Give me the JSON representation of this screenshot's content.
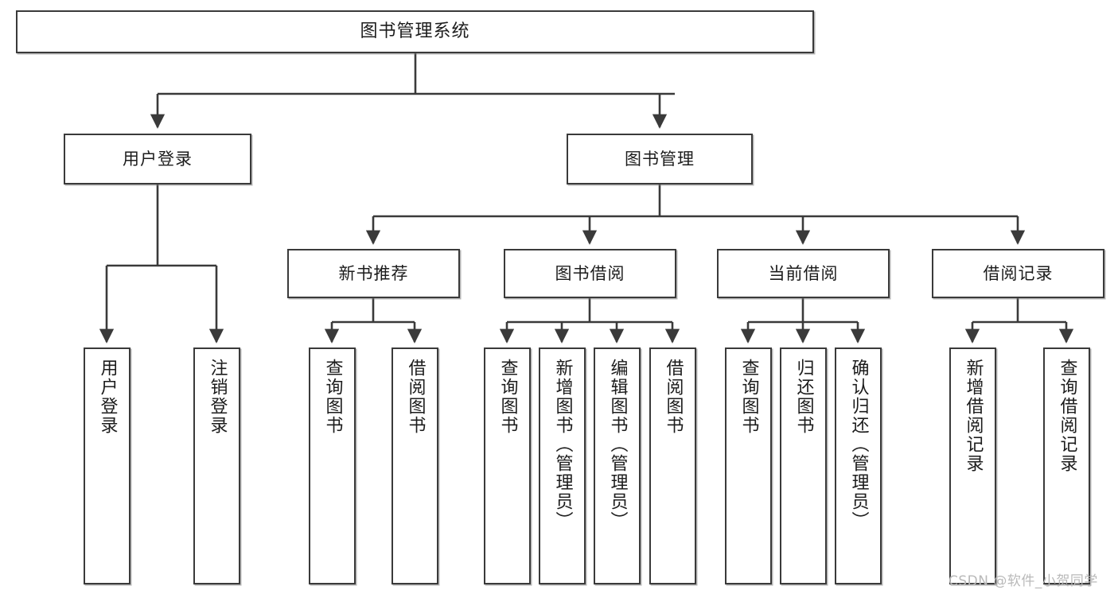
{
  "diagram": {
    "type": "tree",
    "title": "图书管理系统",
    "orientation": "top-down",
    "watermark": "CSDN @软件_小贺同学",
    "stroke_color": "#3a3a3a",
    "fill_color": "#ffffff",
    "text_color": "#1c1c1c",
    "watermark_color": "#b9b9b9"
  },
  "nodes": {
    "root": {
      "label": "图书管理系统"
    },
    "level2": [
      {
        "id": "user-login",
        "label": "用户登录"
      },
      {
        "id": "book-manage",
        "label": "图书管理"
      }
    ],
    "level3": [
      {
        "id": "new-book-recommend",
        "label": "新书推荐"
      },
      {
        "id": "book-borrow",
        "label": "图书借阅"
      },
      {
        "id": "current-borrow",
        "label": "当前借阅"
      },
      {
        "id": "borrow-record",
        "label": "借阅记录"
      }
    ],
    "leaves": {
      "user_login": [
        {
          "id": "leaf-user-login",
          "label": "用户登录"
        },
        {
          "id": "leaf-logout-login",
          "label": "注销登录"
        }
      ],
      "new_book_recommend": [
        {
          "id": "leaf-query-book-1",
          "label": "查询图书"
        },
        {
          "id": "leaf-borrow-book-1",
          "label": "借阅图书"
        }
      ],
      "book_borrow": [
        {
          "id": "leaf-query-book-2",
          "label": "查询图书"
        },
        {
          "id": "leaf-add-book",
          "label": "新增图书（管理员）"
        },
        {
          "id": "leaf-edit-book",
          "label": "编辑图书（管理员）"
        },
        {
          "id": "leaf-borrow-book-2",
          "label": "借阅图书"
        }
      ],
      "current_borrow": [
        {
          "id": "leaf-query-book-3",
          "label": "查询图书"
        },
        {
          "id": "leaf-return-book",
          "label": "归还图书"
        },
        {
          "id": "leaf-confirm-return",
          "label": "确认归还（管理员）"
        }
      ],
      "borrow_record": [
        {
          "id": "leaf-add-record",
          "label": "新增借阅记录"
        },
        {
          "id": "leaf-query-record",
          "label": "查询借阅记录"
        }
      ]
    }
  }
}
